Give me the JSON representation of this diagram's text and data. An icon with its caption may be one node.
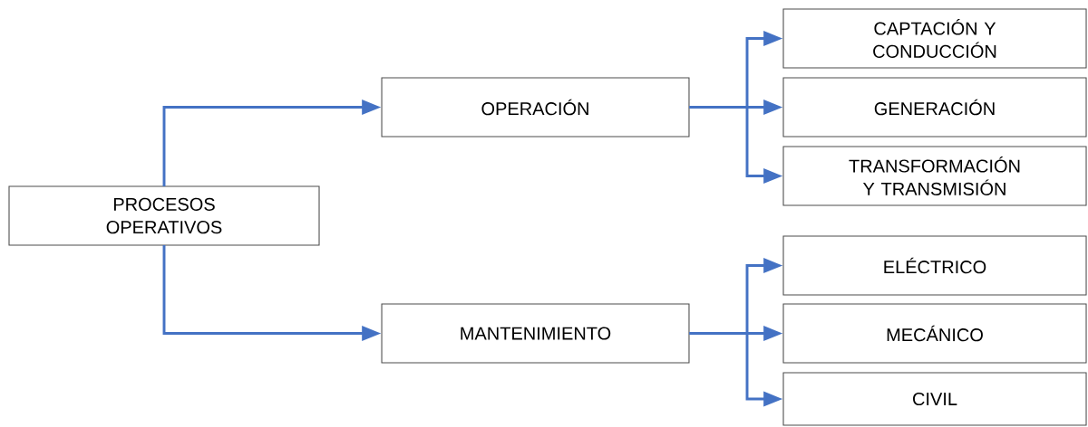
{
  "diagram": {
    "nodes": [
      {
        "text": [
          "PROCESOS OPERATIVOS"
        ]
      },
      {
        "text": [
          "OPERACIÓN"
        ]
      },
      {
        "text": [
          "CAPTACIÓN Y CONDUCCIÓN"
        ]
      },
      {
        "text": [
          "GENERACIÓN"
        ]
      },
      {
        "text": [
          "TRANSFORMACIÓN Y TRANSMISIÓN"
        ]
      },
      {
        "text": [
          "MANTENIMIENTO"
        ]
      },
      {
        "text": [
          "ELÉCTRICO"
        ]
      },
      {
        "text": [
          "MECÁNICO"
        ]
      },
      {
        "text": [
          "CIVIL"
        ]
      }
    ],
    "edges": [
      {
        "from": 0,
        "to": 1,
        "arrow": "to"
      },
      {
        "from": 0,
        "to": 5,
        "arrow": "to"
      },
      {
        "from": 1,
        "to": 2,
        "arrow": "to"
      },
      {
        "from": 1,
        "to": 3,
        "arrow": "to"
      },
      {
        "from": 1,
        "to": 4,
        "arrow": "to"
      },
      {
        "from": 5,
        "to": 6,
        "arrow": "to"
      },
      {
        "from": 5,
        "to": 7,
        "arrow": "to"
      },
      {
        "from": 5,
        "to": 8,
        "arrow": "to"
      }
    ]
  }
}
